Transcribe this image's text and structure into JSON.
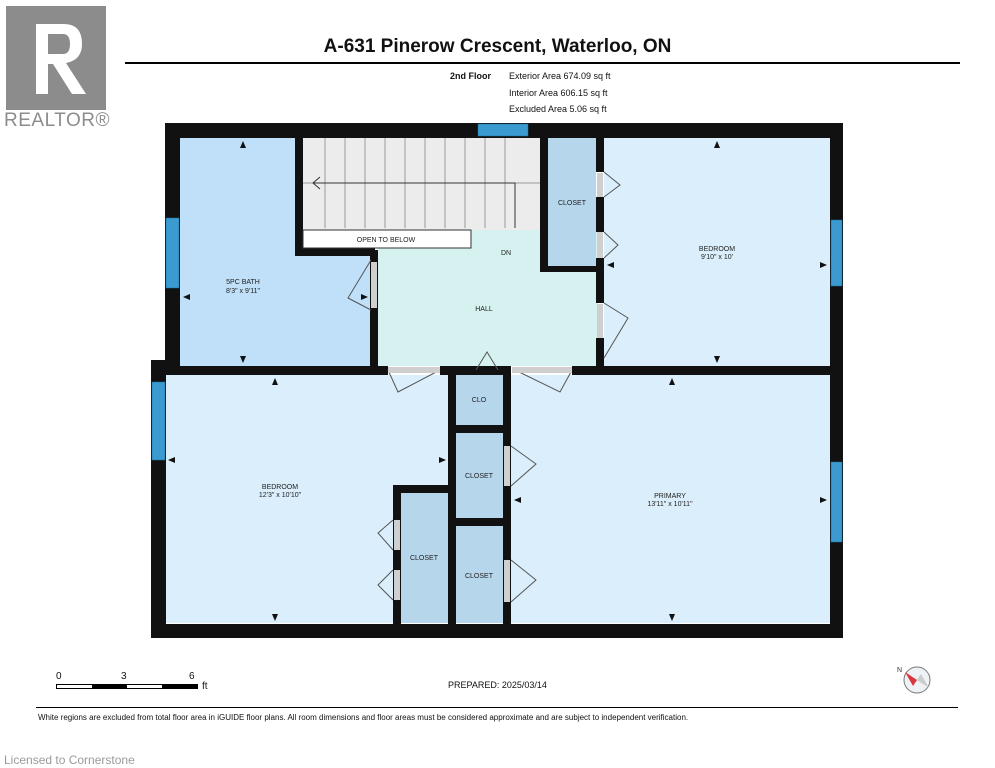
{
  "logo": {
    "text": "REALTOR®",
    "icon": "realtor-r-logo-icon"
  },
  "title": "A-631 Pinerow Crescent, Waterloo, ON",
  "floor": {
    "label": "2nd Floor",
    "exterior": "Exterior Area 674.09 sq ft",
    "interior": "Interior Area 606.15 sq ft",
    "excluded": "Excluded Area 5.06 sq ft"
  },
  "rooms": {
    "bath": {
      "name": "5PC BATH",
      "dims": "8'3\" x 9'11\""
    },
    "open_below": "OPEN TO BELOW",
    "dn": "DN",
    "closet_top": "CLOSET",
    "bedroom_ne": {
      "name": "BEDROOM",
      "dims": "9'10\" x 10'"
    },
    "hall": "HALL",
    "clo": "CLO",
    "closet_mid": "CLOSET",
    "bedroom_sw": {
      "name": "BEDROOM",
      "dims": "12'3\" x 10'10\""
    },
    "closet_sw": "CLOSET",
    "closet_low": "CLOSET",
    "primary": {
      "name": "PRIMARY",
      "dims": "13'11\" x 10'11\""
    }
  },
  "colors": {
    "room_fill": "#dbeefb",
    "bath_fill": "#bfe0f8",
    "hall_fill": "#d6f2f0",
    "closet_fill": "#b6d6ec",
    "wall": "#111111",
    "window": "#3b9bd1"
  },
  "scale": {
    "zero": "0",
    "three": "3",
    "six": "6",
    "unit": "ft"
  },
  "prepared": "PREPARED: 2025/03/14",
  "compass_icon": "north-arrow-icon",
  "disclaimer": "White regions are excluded from total floor area in iGUIDE floor plans. All room dimensions and floor areas must be considered approximate and are subject to independent verification.",
  "license": "Licensed to Cornerstone"
}
